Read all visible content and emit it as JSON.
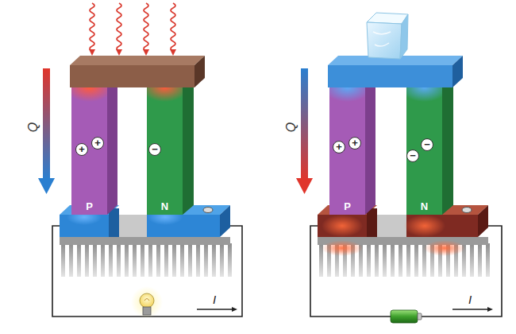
{
  "diagram": {
    "nodes": [
      {
        "text": [
          "P"
        ]
      },
      {
        "text": [
          "N"
        ]
      },
      {
        "text": [
          "P"
        ]
      },
      {
        "text": [
          "N"
        ]
      }
    ],
    "labels": [
      "Q",
      "+",
      "+",
      "−",
      "I",
      "Q",
      "+",
      "+",
      "−",
      "−",
      "I"
    ]
  }
}
